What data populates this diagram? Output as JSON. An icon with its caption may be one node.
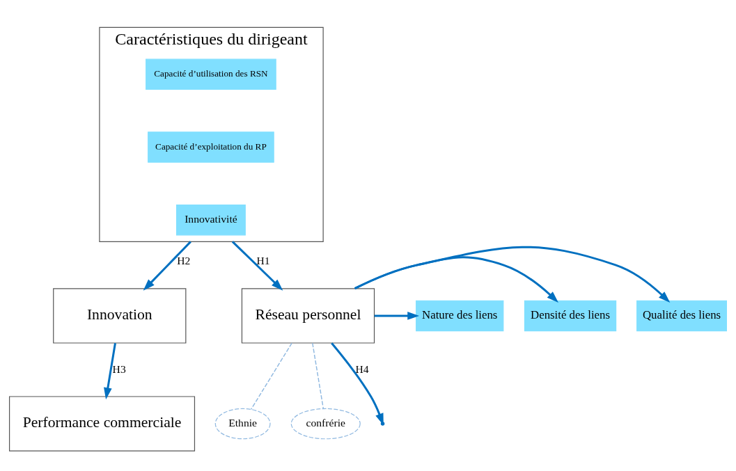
{
  "diagram": {
    "nodes": [
      {
        "text": [
          "Caractéristiques du dirigeant"
        ]
      },
      {
        "text": [
          "Capacité d’utilisation des RSN"
        ],
        "in": 0
      },
      {
        "text": [
          "Capacité d’exploitation du RP"
        ],
        "in": 0
      },
      {
        "text": [
          "Innovativité"
        ],
        "in": 0
      },
      {
        "text": [
          "Innovation"
        ]
      },
      {
        "text": [
          "Nature des liens"
        ]
      },
      {
        "text": [
          "Densité des liens"
        ]
      },
      {
        "text": [
          "Qualité des liens"
        ]
      },
      {
        "text": [
          "Réseau personnel"
        ]
      },
      {
        "text": [
          "Ethnie"
        ]
      },
      {
        "text": [
          "confrérie"
        ]
      },
      {
        "text": [
          "Performance commerciale"
        ]
      }
    ],
    "edges": [
      {
        "from": 0,
        "to": 8,
        "arrow": "to",
        "label": "H1"
      },
      {
        "from": 0,
        "to": 4,
        "arrow": "to",
        "label": "H2"
      },
      {
        "from": 4,
        "to": 11,
        "arrow": "to",
        "label": "H3"
      },
      {
        "from": 8,
        "to": null,
        "arrow": "to",
        "label": "H4"
      },
      {
        "from": 8,
        "to": 5,
        "arrow": "to"
      },
      {
        "from": 8,
        "to": 6,
        "arrow": "to"
      },
      {
        "from": 8,
        "to": 7,
        "arrow": "to"
      },
      {
        "from": 8,
        "to": 9,
        "arrow": "none",
        "style": "dashed",
        "color": "#8fb8e0"
      },
      {
        "from": 8,
        "to": 10,
        "arrow": "none",
        "style": "dashed",
        "color": "#8fb8e0"
      }
    ]
  }
}
